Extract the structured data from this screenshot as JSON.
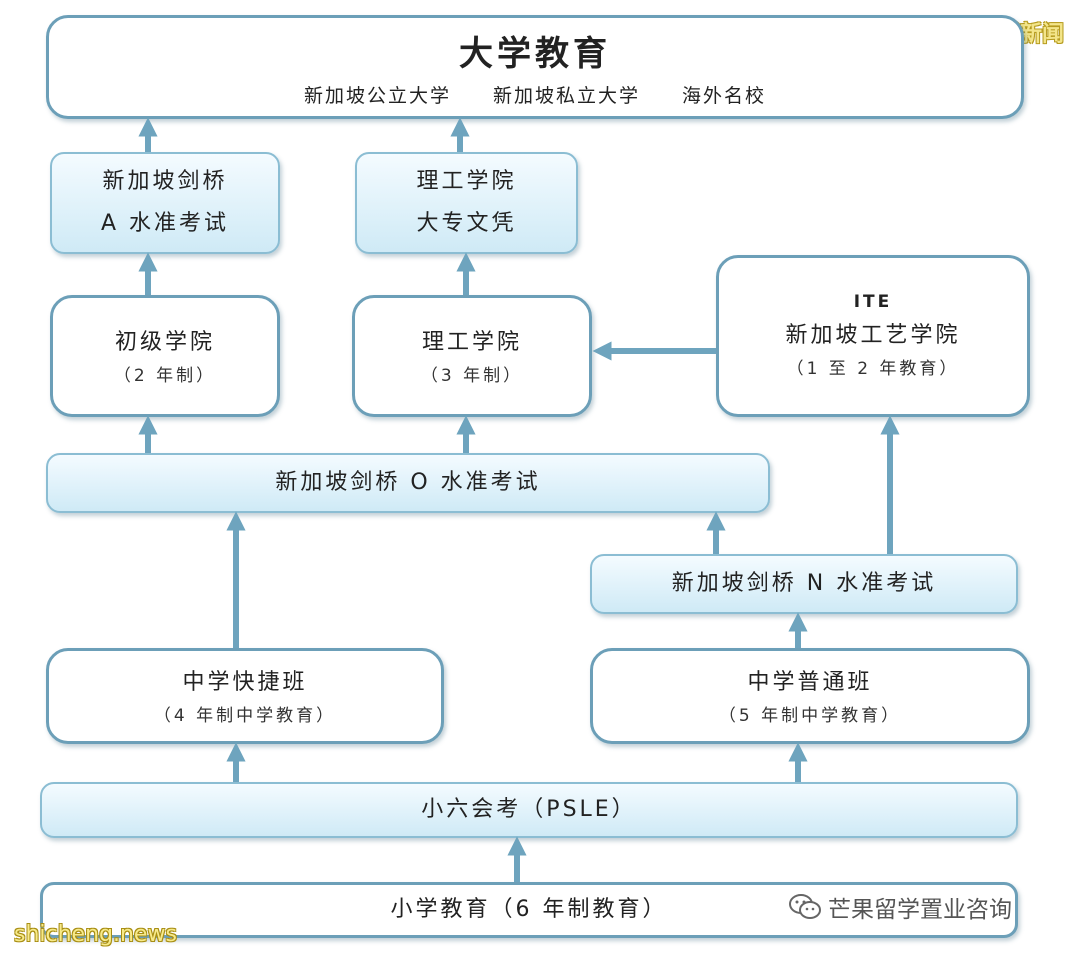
{
  "watermarks": {
    "top_right": "狮城新闻",
    "bottom_left": "shicheng.news",
    "brand": "芒果留学置业咨询",
    "brand_icon": "wechat-icon"
  },
  "nodes": {
    "university": {
      "title": "大学教育",
      "subs": [
        "新加坡公立大学",
        "新加坡私立大学",
        "海外名校"
      ]
    },
    "a_level": {
      "line1": "新加坡剑桥",
      "line2": "A 水准考试"
    },
    "poly_diploma": {
      "line1": "理工学院",
      "line2": "大专文凭"
    },
    "junior_college": {
      "title": "初级学院",
      "sub": "（2 年制）"
    },
    "polytechnic": {
      "title": "理工学院",
      "sub": "（3 年制）"
    },
    "ite": {
      "line1": "ITE",
      "title": "新加坡工艺学院",
      "sub": "（1 至 2 年教育）"
    },
    "o_level": {
      "title": "新加坡剑桥 O 水准考试"
    },
    "n_level": {
      "title": "新加坡剑桥 N 水准考试"
    },
    "express": {
      "title": "中学快捷班",
      "sub": "（4 年制中学教育）"
    },
    "normal": {
      "title": "中学普通班",
      "sub": "（5 年制中学教育）"
    },
    "psle": {
      "title": "小六会考（PSLE）"
    },
    "primary": {
      "title": "小学教育（6 年制教育）"
    }
  },
  "colors": {
    "arrow": "#6ea4be",
    "border": "#6c9fb8",
    "box_fill": "#d6eef8"
  }
}
